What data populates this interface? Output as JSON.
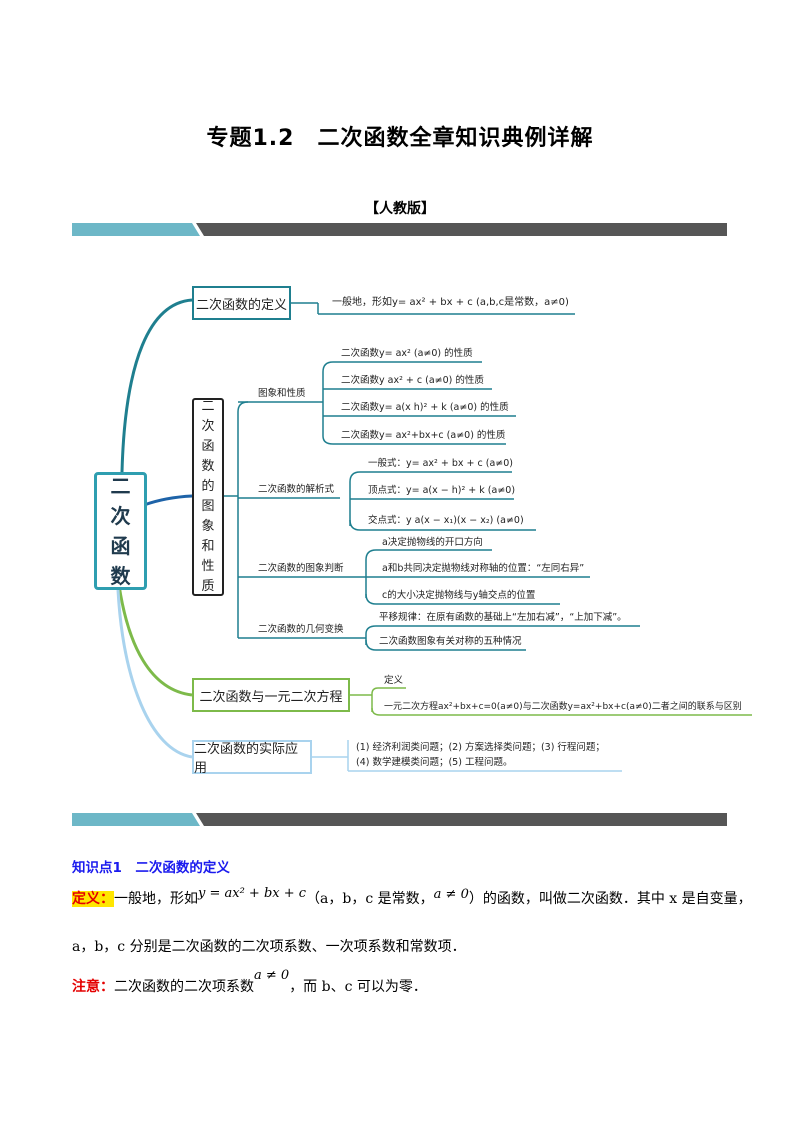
{
  "header": {
    "title": "专题1.2　二次函数全章知识典例详解",
    "edition": "【人教版】"
  },
  "mindmap": {
    "root": "二次函数",
    "branches": [
      {
        "label": "二次函数的定义",
        "children": [
          "一般地，形如y= ax² + bx + c  (a,b,c是常数，a≠0)"
        ]
      },
      {
        "label": "二次函数的图象和性质",
        "groups": [
          {
            "label": "图象和性质",
            "children": [
              "二次函数y= ax²  (a≠0) 的性质",
              "二次函数y  ax² + c  (a≠0) 的性质",
              "二次函数y= a(x  h)² + k  (a≠0) 的性质",
              "二次函数y= ax²+bx+c (a≠0) 的性质"
            ]
          },
          {
            "label": "二次函数的解析式",
            "children": [
              "一般式：y= ax² + bx + c  (a≠0)",
              "顶点式：y= a(x − h)² + k  (a≠0)",
              "交点式：y  a(x − x₁)(x − x₂)  (a≠0)"
            ]
          },
          {
            "label": "二次函数的图象判断",
            "children": [
              "a决定抛物线的开口方向",
              "a和b共同决定抛物线对称轴的位置：“左同右异”",
              "c的大小决定抛物线与y轴交点的位置"
            ]
          },
          {
            "label": "二次函数的几何变换",
            "children": [
              "平移规律：在原有函数的基础上“左加右减”，“上加下减”。",
              "二次函数图象有关对称的五种情况"
            ]
          }
        ]
      },
      {
        "label": "二次函数与一元二次方程",
        "children": [
          "定义",
          "一元二次方程ax²+bx+c=0(a≠0)与二次函数y=ax²+bx+c(a≠0)二者之间的联系与区别"
        ]
      },
      {
        "label": "二次函数的实际应用",
        "children": [
          "(1) 经济利润类问题；(2) 方案选择类问题；(3) 行程问题；",
          "(4) 数学建模类问题；(5) 工程问题。"
        ]
      }
    ]
  },
  "section": {
    "title": "知识点1　二次函数的定义"
  },
  "definition": {
    "tag": "定义：",
    "p1_a": "一般地，形如",
    "formula": "y = ax² + bx + c",
    "p1_b": "（a，b，c 是常数，",
    "cond": "a ≠ 0",
    "p1_c": "）的函数，叫做二次函数．其中 x 是自变量，",
    "p2": "a，b，c 分别是二次函数的二次项系数、一次项系数和常数项．"
  },
  "note": {
    "tag": "注意：",
    "text_a": "二次函数的二次项系数",
    "cond": "a ≠ 0",
    "text_b": "，而 b、c 可以为零．"
  },
  "colors": {
    "teal": "#1f7f8f",
    "blue": "#1e63a8",
    "green": "#7dba4a",
    "lightblue": "#a9d3ee",
    "band_left": "#6db7c7",
    "band_right": "#555555"
  }
}
